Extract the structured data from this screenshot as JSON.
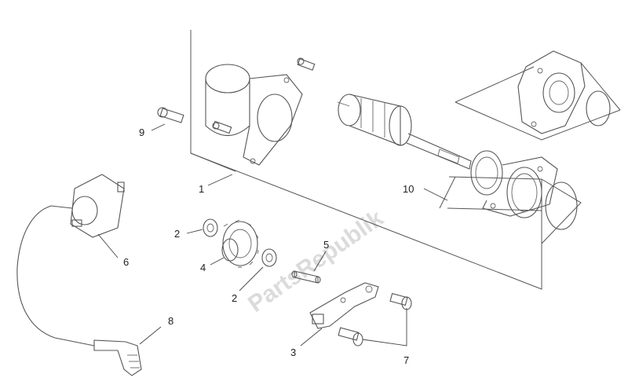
{
  "watermark": "PartsRepublik",
  "callouts": {
    "c1": "1",
    "c2a": "2",
    "c2b": "2",
    "c3": "3",
    "c4": "4",
    "c5": "5",
    "c6": "6",
    "c7": "7",
    "c8": "8",
    "c9": "9",
    "c10": "10"
  }
}
